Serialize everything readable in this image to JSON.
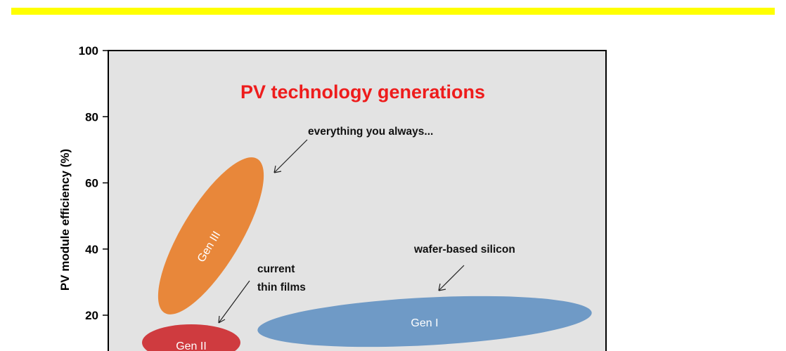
{
  "colors": {
    "banner": "#ffff00",
    "plot_bg": "#e3e3e3",
    "title": "#ee1c1c",
    "gen1": "#6f9ac6",
    "gen2": "#cf3b3f",
    "gen3": "#e8873a"
  },
  "chart_data": {
    "type": "scatter",
    "title": "PV technology generations",
    "xlabel": "",
    "ylabel": "PV module efficiency (%)",
    "ylim": [
      0,
      100
    ],
    "yticks": [
      20,
      40,
      60,
      80,
      100
    ],
    "grid": false,
    "regions": [
      {
        "name": "Gen III",
        "label": "Gen III",
        "color_key": "gen3"
      },
      {
        "name": "Gen II",
        "label": "Gen II",
        "color_key": "gen2"
      },
      {
        "name": "Gen I",
        "label": "Gen I",
        "color_key": "gen1"
      }
    ],
    "annotations": [
      {
        "lines": [
          "everything you always..."
        ],
        "points_to": "Gen III"
      },
      {
        "lines": [
          "current",
          "thin films"
        ],
        "points_to": "Gen II"
      },
      {
        "lines": [
          "wafer-based silicon"
        ],
        "points_to": "Gen I"
      }
    ]
  }
}
